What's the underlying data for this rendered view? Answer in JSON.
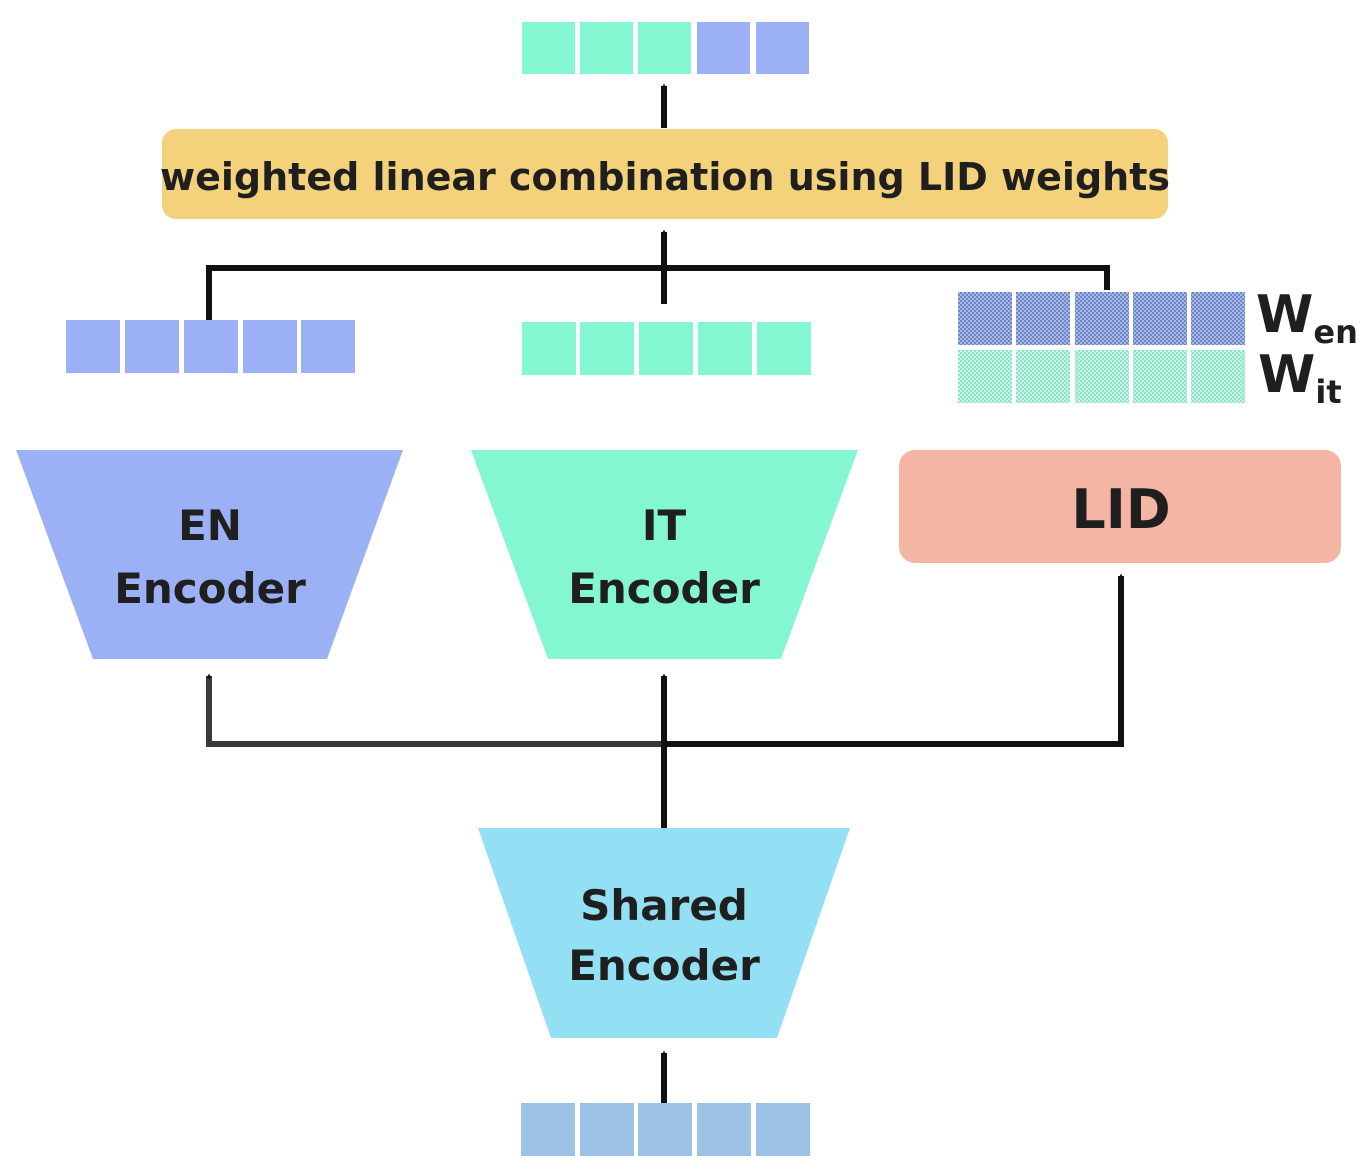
{
  "combination_box": {
    "label": "weighted linear combination using LID weights"
  },
  "encoders": {
    "en": {
      "line1": "EN",
      "line2": "Encoder"
    },
    "it": {
      "line1": "IT",
      "line2": "Encoder"
    },
    "shared": {
      "line1": "Shared",
      "line2": "Encoder"
    }
  },
  "lid_box": {
    "label": "LID"
  },
  "weights": {
    "en": {
      "base": "W",
      "sub": "en"
    },
    "it": {
      "base": "W",
      "sub": "it"
    }
  },
  "colors": {
    "en_blue": "#9cb1f5",
    "it_green": "#84f6d2",
    "shared_cyan": "#93e0f5",
    "input_blue": "#9cc3e6",
    "lid_salmon": "#f5b5a5",
    "combo_yellow": "#f3d27b",
    "arrow": "#111111"
  }
}
